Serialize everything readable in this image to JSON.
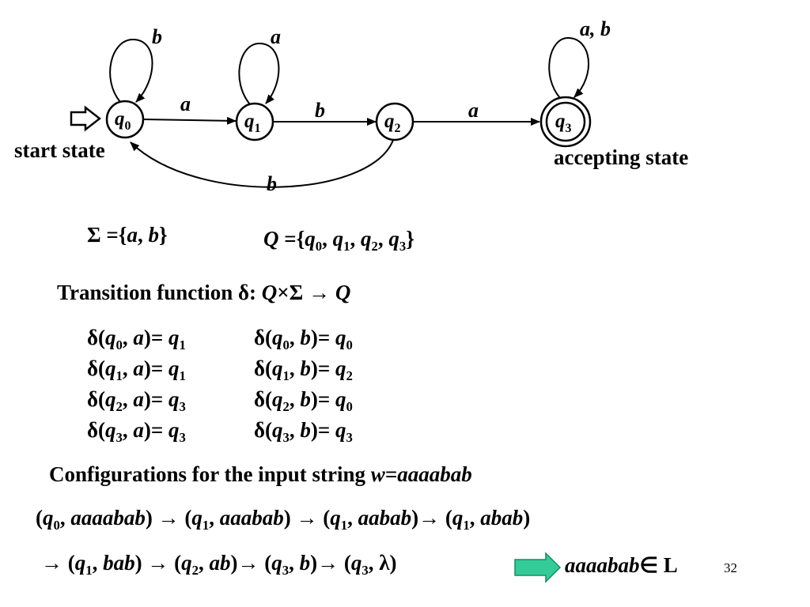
{
  "diagram": {
    "states": {
      "q0": {
        "name": "q",
        "sub": "0"
      },
      "q1": {
        "name": "q",
        "sub": "1"
      },
      "q2": {
        "name": "q",
        "sub": "2"
      },
      "q3": {
        "name": "q",
        "sub": "3"
      }
    },
    "edge_labels": {
      "q0_q1": "a",
      "q1_q2": "b",
      "q2_q3": "a",
      "q2_q0": "b",
      "loop_q0": "b",
      "loop_q1": "a",
      "loop_q3": "a, b"
    },
    "start_label": "start state",
    "accept_label": "accepting state"
  },
  "sigma": {
    "lhs": "Σ ={",
    "a": "a",
    "sep": ", ",
    "b": "b",
    "rhs": "}"
  },
  "qset": {
    "lhs": "Q",
    "eq": " ={",
    "items": [
      "0",
      "1",
      "2",
      "3"
    ],
    "rhs": "}"
  },
  "transition_title": {
    "text": "Transition function δ: ",
    "Q": "Q",
    "times": "×Σ → ",
    "Q2": "Q"
  },
  "transitions": [
    {
      "state": "0",
      "sym": "a",
      "to": "1"
    },
    {
      "state": "1",
      "sym": "a",
      "to": "1"
    },
    {
      "state": "2",
      "sym": "a",
      "to": "3"
    },
    {
      "state": "3",
      "sym": "a",
      "to": "3"
    },
    {
      "state": "0",
      "sym": "b",
      "to": "0"
    },
    {
      "state": "1",
      "sym": "b",
      "to": "2"
    },
    {
      "state": "2",
      "sym": "b",
      "to": "0"
    },
    {
      "state": "3",
      "sym": "b",
      "to": "3"
    }
  ],
  "config_title": {
    "text": "Configurations for the input string ",
    "w": "w=aaaabab"
  },
  "configs_line1": [
    {
      "state": "0",
      "str": "aaaabab"
    },
    {
      "state": "1",
      "str": "aaabab"
    },
    {
      "state": "1",
      "str": "aabab"
    },
    {
      "state": "1",
      "str": "abab"
    }
  ],
  "configs_line2": [
    {
      "state": "1",
      "str": "bab"
    },
    {
      "state": "2",
      "str": "ab"
    },
    {
      "state": "3",
      "str": "b"
    },
    {
      "state": "3",
      "str": "λ"
    }
  ],
  "result": {
    "word": "aaaabab",
    "member": "∈ L"
  },
  "page_number": "32",
  "colors": {
    "arrow_fill": "#33cc99",
    "arrow_stroke": "#1a8a66"
  }
}
